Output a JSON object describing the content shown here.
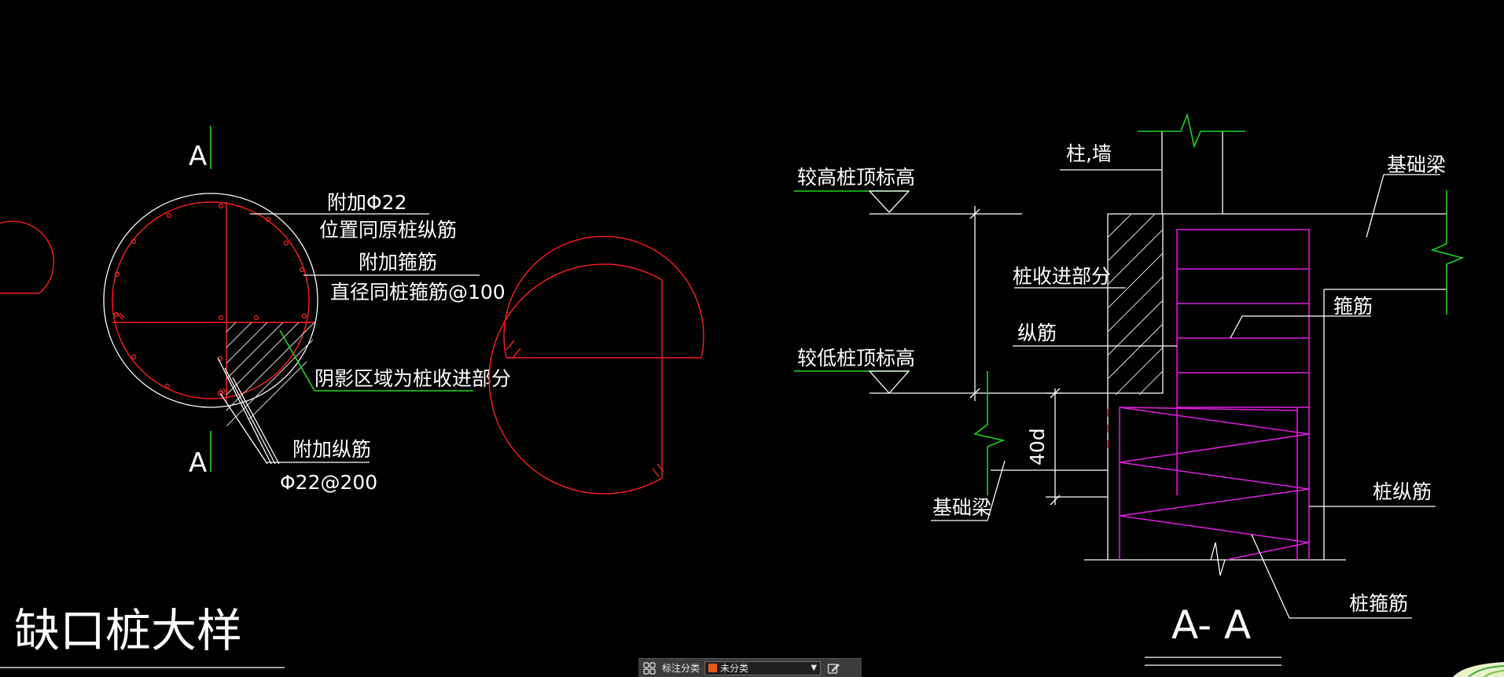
{
  "detail": {
    "title": "缺口桩大样",
    "section_mark_top": "A",
    "section_mark_bottom": "A",
    "labels": {
      "extra_bar": "附加Φ22",
      "extra_bar_pos": "位置同原桩纵筋",
      "extra_stirrup": "附加箍筋",
      "extra_stirrup_dia": "直径同桩箍筋@100",
      "shaded_area": "阴影区域为桩收进部分",
      "extra_long_bar": "附加纵筋",
      "extra_long_bar_spec": "Φ22@200"
    }
  },
  "section": {
    "title": "A- A",
    "labels": {
      "column_wall": "柱,墙",
      "foundation_beam_top": "基础梁",
      "higher_pile_top": "较高桩顶标高",
      "pile_setback": "桩收进部分",
      "long_bar": "纵筋",
      "stirrup": "箍筋",
      "lower_pile_top": "较低桩顶标高",
      "anchor_len": "40d",
      "foundation_beam_bottom": "基础梁",
      "pile_long_bar": "桩纵筋",
      "pile_stirrup": "桩箍筋"
    }
  },
  "toolbar": {
    "icon": "grid-icon",
    "label": "标注分类",
    "select_value": "未分类",
    "swatch_color": "#e8561a",
    "edit_icon": "edit-icon"
  },
  "colors": {
    "background": "#000000",
    "lines": "#ffffff",
    "rebar": "#ff1e1e",
    "leaders": "#1fd21f",
    "stirrups": "#e020e0"
  }
}
